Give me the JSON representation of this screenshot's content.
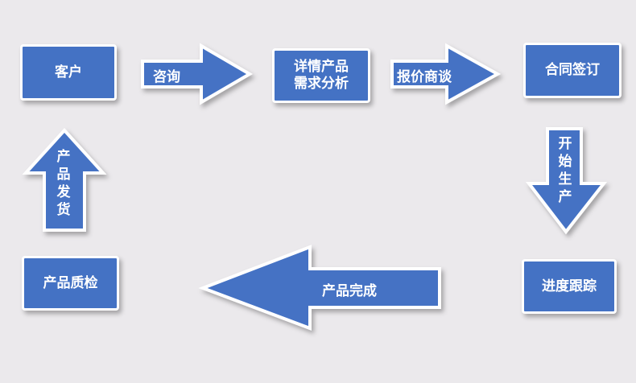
{
  "colors": {
    "fill": "#4472c4",
    "background": "#ebe9ec"
  },
  "steps": {
    "customer": "客户",
    "requirements_line1": "详情产品",
    "requirements_line2": "需求分析",
    "contract": "合同签订",
    "tracking": "进度跟踪",
    "inspection": "产品质检"
  },
  "arrows": {
    "consult": "咨询",
    "quote": "报价商谈",
    "production": [
      "开",
      "始",
      "生",
      "产"
    ],
    "complete": "产品完成",
    "shipping": [
      "产",
      "品",
      "发",
      "货"
    ]
  }
}
